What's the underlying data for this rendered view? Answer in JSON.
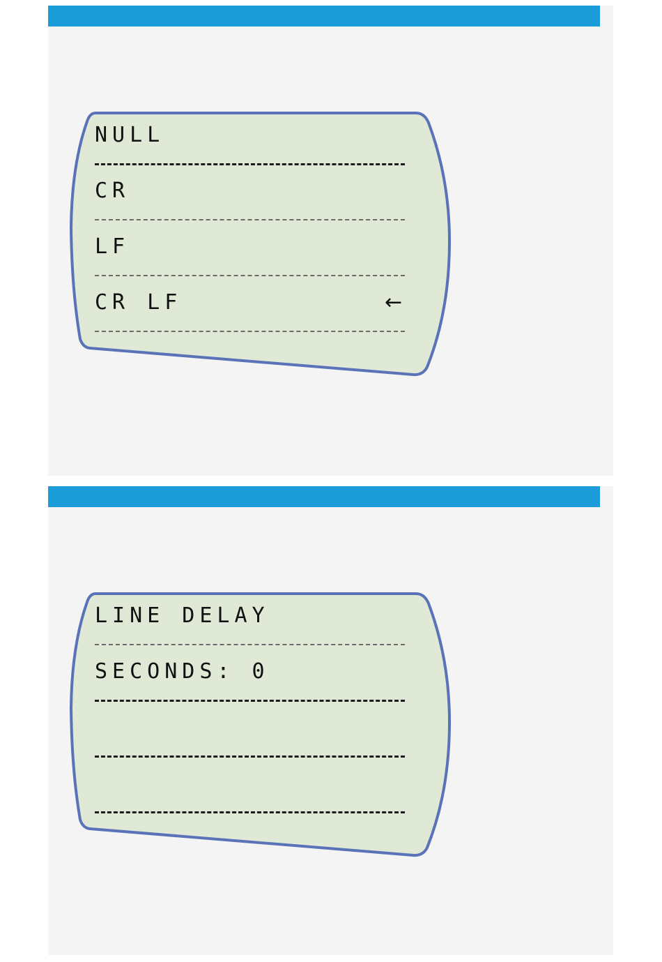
{
  "screens": [
    {
      "lines": [
        "NULL",
        "CR",
        "LF",
        "CR LF"
      ],
      "selected_index": 3,
      "selected_marker": "←"
    },
    {
      "lines": [
        "LINE DELAY",
        "SECONDS: 0",
        "",
        ""
      ]
    }
  ],
  "colors": {
    "header_bar": "#1b9cd8",
    "panel_background": "#f4f4f4",
    "screen_fill": "#dfe9d6",
    "screen_border": "#5a72b8"
  }
}
